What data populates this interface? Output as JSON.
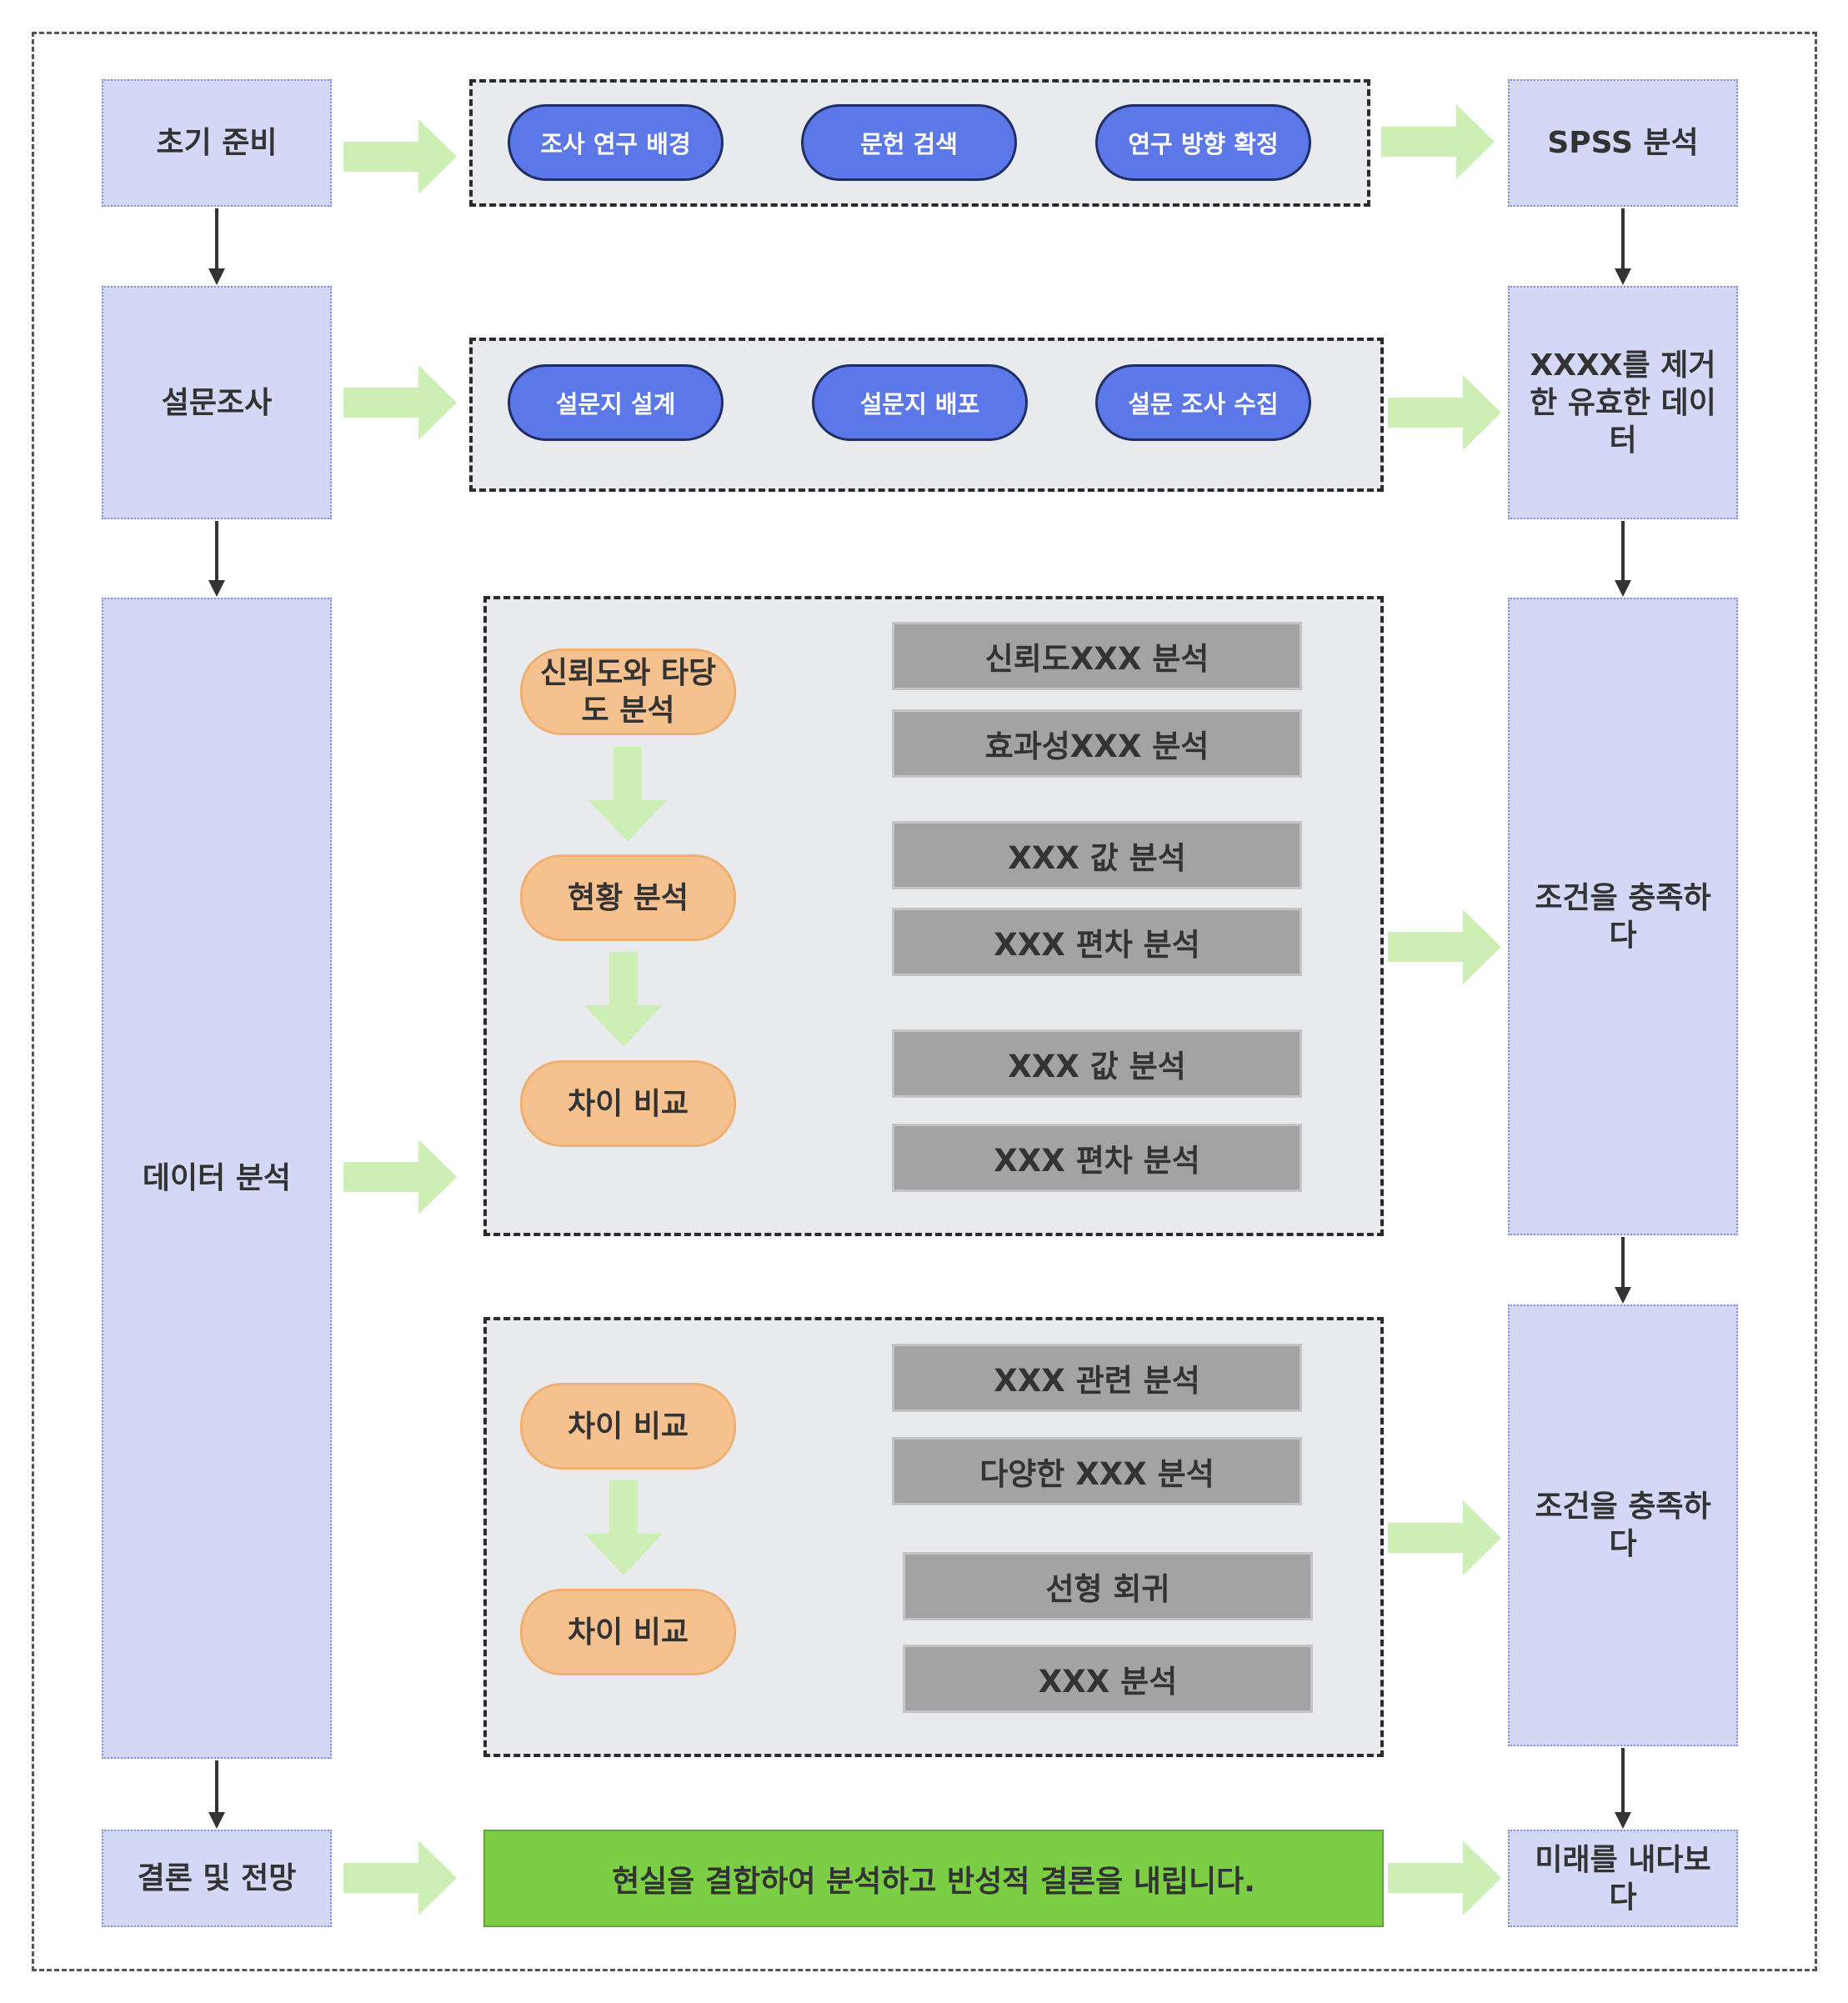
{
  "steps": {
    "prep": "초기 준비",
    "survey": "설문조사",
    "analysis": "데이터 분석",
    "conclusion": "결론 및 전망"
  },
  "prep_group": [
    "조사 연구 배경",
    "문헌 검색",
    "연구 방향 확정"
  ],
  "survey_group": [
    "설문지 설계",
    "설문지 배포",
    "설문 조사 수집"
  ],
  "analysis_group1": {
    "flow": [
      "신뢰도와 타당도 분석",
      "현황 분석",
      "차이 비교"
    ],
    "methods": [
      "신뢰도XXX 분석",
      "효과성XXX 분석",
      "XXX 값 분석",
      "XXX 편차 분석",
      "XXX 값 분석",
      "XXX 편차 분석"
    ]
  },
  "analysis_group2": {
    "flow": [
      "차이 비교",
      "차이 비교"
    ],
    "methods": [
      "XXX 관련 분석",
      "다양한 XXX 분석",
      "선형 회귀",
      "XXX 분석"
    ]
  },
  "conclusion_bar": "현실을 결합하여 분석하고 반성적 결론을 내립니다.",
  "outcomes": {
    "spss": "SPSS 분석",
    "valid_data": "XXXX를 제거한 유효한 데이터",
    "condition1": "조건을 충족하다",
    "condition2": "조건을 충족하다",
    "future": "미래를 내다보다"
  },
  "colors": {
    "side_box": "#d4d8f7",
    "blue_pill": "#5b77e8",
    "orange_pill": "#f5c18e",
    "grey_box": "#a3a3a3",
    "green_bar": "#7ccf44",
    "light_arrow": "#cdeeb5"
  }
}
